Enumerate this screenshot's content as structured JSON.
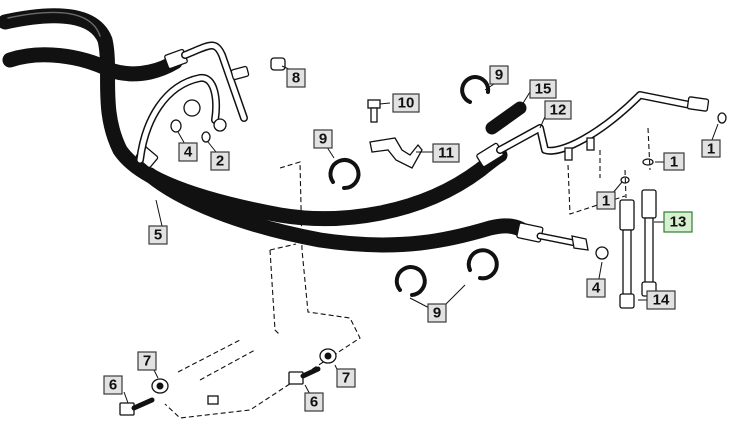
{
  "diagram": {
    "callouts": [
      {
        "id": "c1a",
        "label": "1"
      },
      {
        "id": "c1b",
        "label": "1"
      },
      {
        "id": "c1c",
        "label": "1"
      },
      {
        "id": "c2",
        "label": "2"
      },
      {
        "id": "c4a",
        "label": "4"
      },
      {
        "id": "c4b",
        "label": "4"
      },
      {
        "id": "c5",
        "label": "5"
      },
      {
        "id": "c6a",
        "label": "6"
      },
      {
        "id": "c6b",
        "label": "6"
      },
      {
        "id": "c7a",
        "label": "7"
      },
      {
        "id": "c7b",
        "label": "7"
      },
      {
        "id": "c8",
        "label": "8"
      },
      {
        "id": "c9a",
        "label": "9"
      },
      {
        "id": "c9b",
        "label": "9"
      },
      {
        "id": "c9c",
        "label": "9"
      },
      {
        "id": "c10",
        "label": "10"
      },
      {
        "id": "c11",
        "label": "11"
      },
      {
        "id": "c12",
        "label": "12"
      },
      {
        "id": "c13",
        "label": "13",
        "highlighted": true
      },
      {
        "id": "c14",
        "label": "14"
      },
      {
        "id": "c15",
        "label": "15"
      }
    ],
    "colors": {
      "ink": "#111111",
      "callout_fill": "#e2e2e2",
      "highlight_fill": "#d6f0d0",
      "highlight_stroke": "#2e7d32"
    }
  }
}
